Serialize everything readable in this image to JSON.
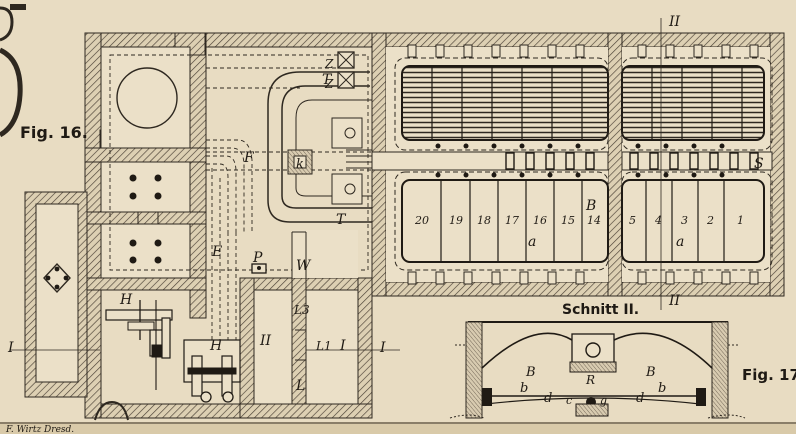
{
  "figures": {
    "fig16_label": "Fig. 16.",
    "fig17_label": "Fig. 17.",
    "section_title": "Schnitt II."
  },
  "chambers_left": [
    "20",
    "19",
    "18",
    "17",
    "16",
    "15",
    "14"
  ],
  "chambers_right": [
    "5",
    "4",
    "3",
    "2",
    "1"
  ],
  "labels": {
    "a_left": "a",
    "a_right": "a",
    "B_plan": "B",
    "S": "S",
    "II_top": "II",
    "II_bottom": "II",
    "T_top": "T",
    "T_bottom": "T",
    "Z1": "Z",
    "Z2": "Z",
    "k": "k",
    "F": "F",
    "E": "E",
    "P": "P",
    "W": "W",
    "L3": "L3",
    "L1": "L1",
    "L": "L",
    "II_room": "II",
    "H_top": "H",
    "H_bottom": "H",
    "I_left": "I",
    "I_mid": "I",
    "I_right": "I"
  },
  "section_labels": {
    "B_left": "B",
    "B_right": "B",
    "R": "R",
    "b_left": "b",
    "b_right": "b",
    "d_left": "d",
    "d_right": "d",
    "c": "c",
    "g": "g"
  },
  "credit": "F. Wirtz Dresd."
}
